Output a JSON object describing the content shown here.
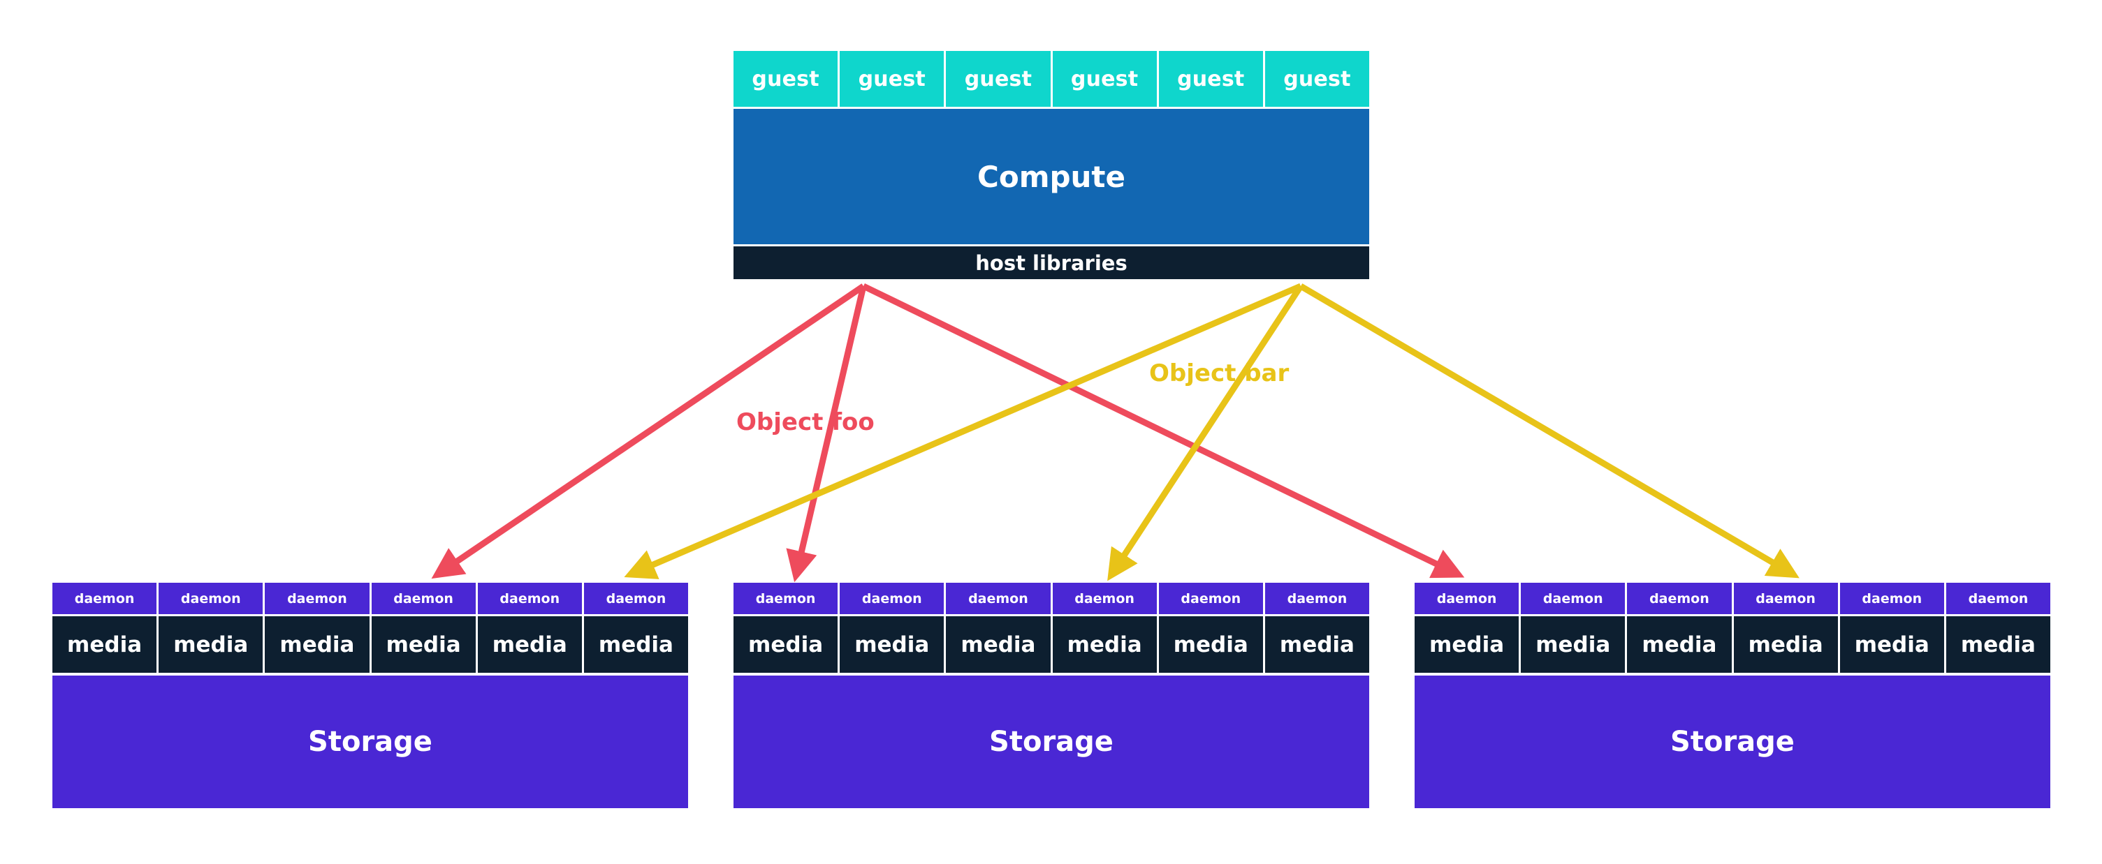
{
  "diagram": {
    "title": "Compute and storage object placement diagram",
    "colors": {
      "guest": "#0FD6CC",
      "compute": "#1267B2",
      "host_libraries": "#0D1F30",
      "daemon": "#4A27D4",
      "media": "#0D1F30",
      "storage": "#4A27D4",
      "object_foo": "#EE4B5C",
      "object_bar": "#E8C318",
      "background": "#FFFFFF"
    },
    "compute_node": {
      "guests": [
        "guest",
        "guest",
        "guest",
        "guest",
        "guest",
        "guest"
      ],
      "compute_label": "Compute",
      "host_libraries_label": "host libraries"
    },
    "storage_nodes": [
      {
        "daemons": [
          "daemon",
          "daemon",
          "daemon",
          "daemon",
          "daemon",
          "daemon"
        ],
        "media": [
          "media",
          "media",
          "media",
          "media",
          "media",
          "media"
        ],
        "storage_label": "Storage"
      },
      {
        "daemons": [
          "daemon",
          "daemon",
          "daemon",
          "daemon",
          "daemon",
          "daemon"
        ],
        "media": [
          "media",
          "media",
          "media",
          "media",
          "media",
          "media"
        ],
        "storage_label": "Storage"
      },
      {
        "daemons": [
          "daemon",
          "daemon",
          "daemon",
          "daemon",
          "daemon",
          "daemon"
        ],
        "media": [
          "media",
          "media",
          "media",
          "media",
          "media",
          "media"
        ],
        "storage_label": "Storage"
      }
    ],
    "flows": [
      {
        "label": "Object foo",
        "color": "#EE4B5C",
        "origin": "host-libraries-left",
        "targets": [
          "node-1-daemon-4",
          "node-2-daemon-1",
          "node-3-daemon-1"
        ]
      },
      {
        "label": "Object bar",
        "color": "#E8C318",
        "origin": "host-libraries-right",
        "targets": [
          "node-1-daemon-6",
          "node-2-daemon-4",
          "node-3-daemon-4"
        ]
      }
    ]
  }
}
